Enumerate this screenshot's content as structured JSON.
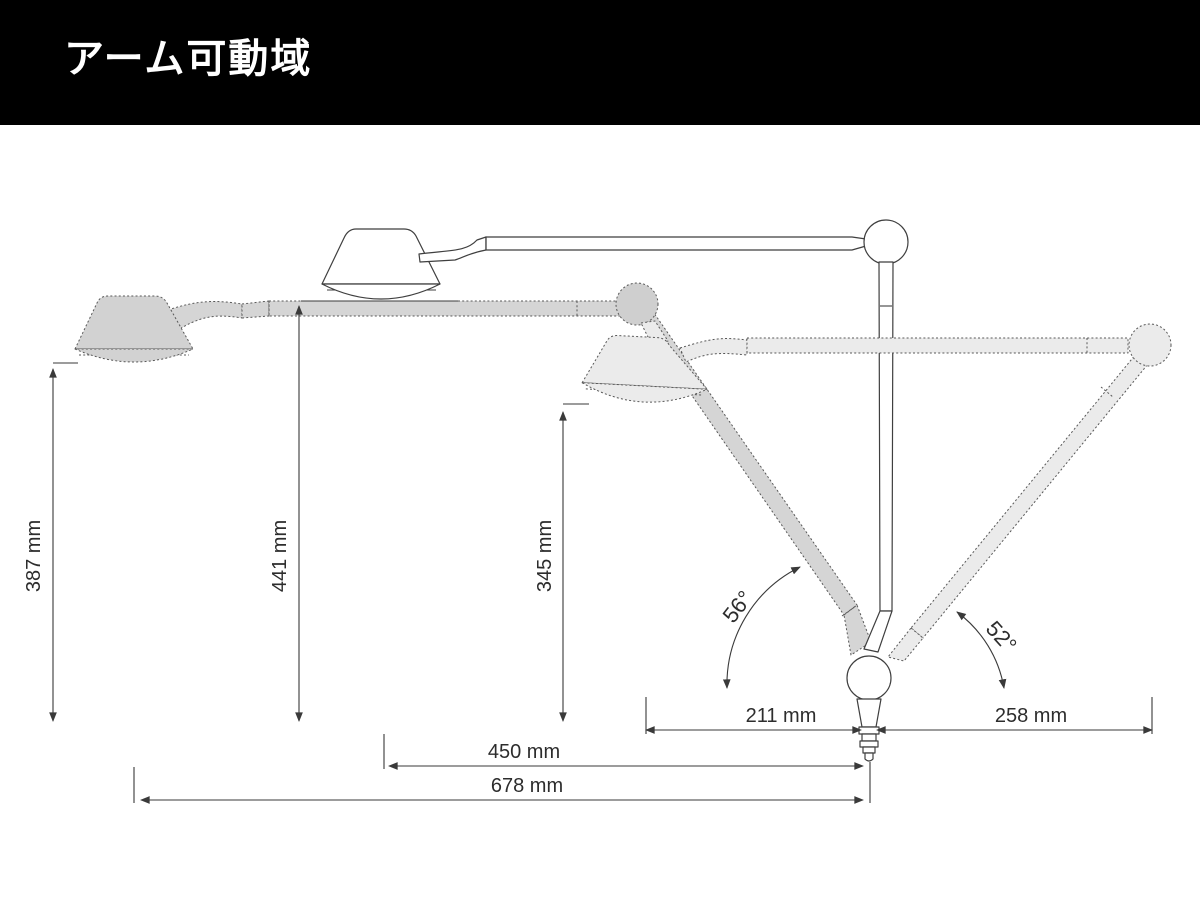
{
  "header": {
    "title": "アーム可動域"
  },
  "diagram": {
    "unit": "mm",
    "dimensions": {
      "left_height": "387 mm",
      "mid_height": "441 mm",
      "inner_height": "345 mm",
      "left_reach": "211 mm",
      "right_reach": "258 mm",
      "mid_reach": "450 mm",
      "full_reach": "678 mm"
    },
    "angles": {
      "left": "56°",
      "right": "52°"
    },
    "colors": {
      "header_bg": "#000000",
      "header_text": "#ffffff",
      "dimension_line": "#3a3a3a",
      "arm_gray_fill": "#d5d5d5",
      "head_gray_fill": "#d2d2d2",
      "joint_gray_fill": "#cfcfcf",
      "arm_light_fill": "#ebebeb",
      "white_fill": "#ffffff"
    }
  }
}
